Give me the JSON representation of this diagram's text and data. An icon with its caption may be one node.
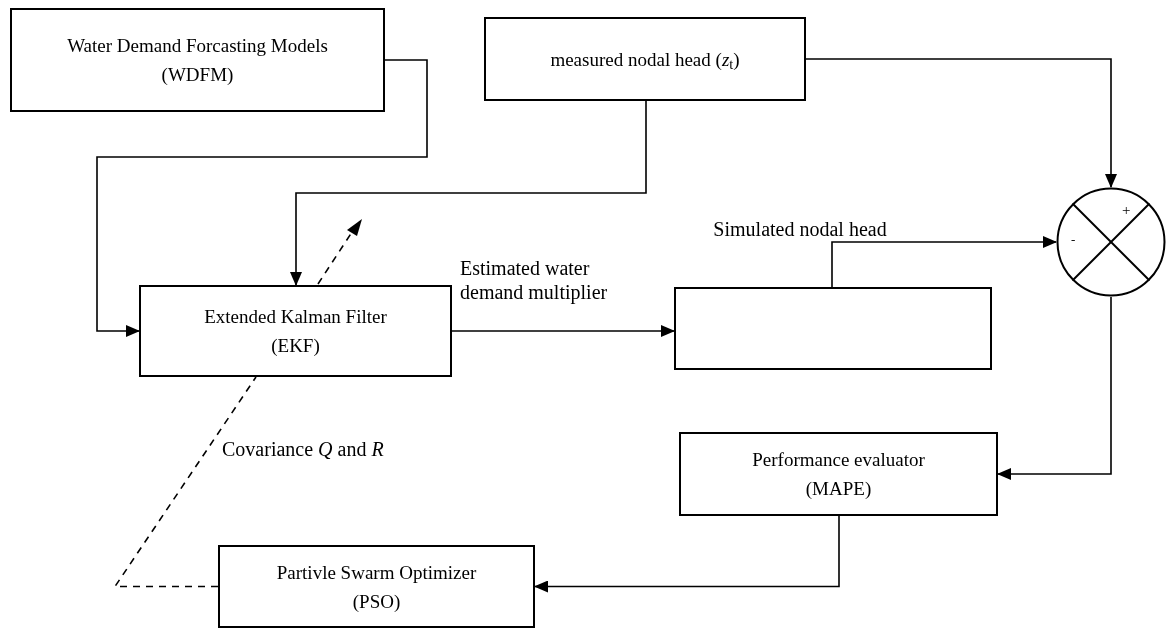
{
  "diagram": {
    "nodes": [
      {
        "text": [
          "Water Demand Forcasting Models (WDFM)"
        ]
      },
      {
        "text": [
          "measured nodal head (*z*$_{t}$)"
        ]
      },
      {
        "text": [
          "Extended Kalman Filter (EKF)"
        ]
      },
      {
        "text": [],
        "shape": "box"
      },
      {
        "text": [],
        "shape": "circle"
      },
      {
        "text": [
          "Performance evaluator (MAPE)"
        ]
      },
      {
        "text": [
          "Partivle Swarm Optimizer (PSO)"
        ]
      }
    ],
    "edges": [
      {
        "from": 0,
        "to": 2,
        "arrow": "to"
      },
      {
        "from": 1,
        "to": 2,
        "arrow": "to"
      },
      {
        "from": 1,
        "to": 4,
        "arrow": "to"
      },
      {
        "from": 2,
        "to": 3,
        "arrow": "to",
        "label": "Estimated water demand multiplier"
      },
      {
        "from": 3,
        "to": 4,
        "arrow": "to",
        "label": "Simulated nodal head"
      },
      {
        "from": 4,
        "to": 5,
        "arrow": "to"
      },
      {
        "from": 5,
        "to": 6,
        "arrow": "to"
      },
      {
        "from": 6,
        "to": 2,
        "arrow": "none",
        "style": "dashed",
        "label": "Covariance *Q* and *R*"
      }
    ],
    "labels": [
      "+",
      "-"
    ]
  }
}
